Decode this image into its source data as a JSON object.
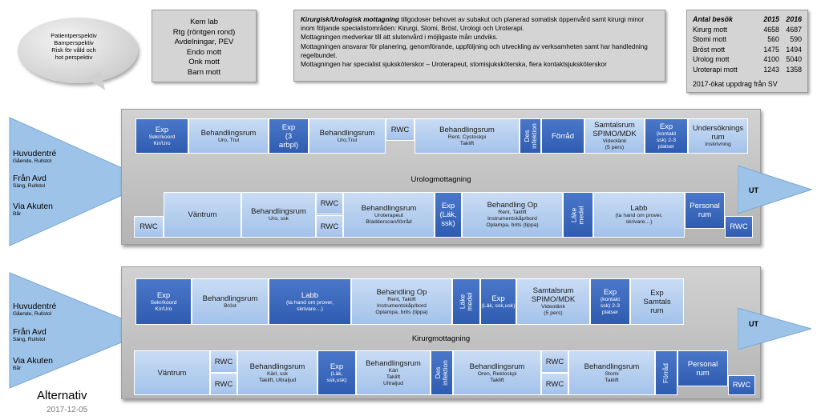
{
  "bubble": {
    "text": "Patientperspektiv\nBamperspektiv\nRisk för våld och\nhot perspektiv"
  },
  "kem_box": {
    "lines": [
      "Kem lab",
      "Rtg (röntgen rond)",
      "Avdelningar, PEV",
      "Endo mott",
      "Onk mott",
      "Barn mott"
    ]
  },
  "description": {
    "title": "Kirurgisk/Urologisk mottagning",
    "text1": " tillgodoser behovet av subakut och planerad somatisk öppenvård samt kirurgi minor inom följande specialistområden: Kirurgi, Stomi, Bröst, Urologi och Uroterapi.",
    "text2": "Mottagningen medverkar till att slutenvård i möjligaste mån undviks.",
    "text3": "Mottagningen ansvarar för planering, genomförande, uppföljning och utveckling av verksamheten samt har handledning regelbundet.",
    "text4": "Mottagningen har specialist sjuksköterskor – Uroterapeut, stomisjuksköterska, flera kontaktsjuksköterskor"
  },
  "stats": {
    "header": "Antal besök",
    "year1": "2015",
    "year2": "2016",
    "rows": [
      {
        "label": "Kirurg mott",
        "v1": "4658",
        "v2": "4687"
      },
      {
        "label": "Stomi mott",
        "v1": "560",
        "v2": "590"
      },
      {
        "label": "Bröst mott",
        "v1": "1475",
        "v2": "1494"
      },
      {
        "label": "Urolog mott",
        "v1": "4100",
        "v2": "5040"
      },
      {
        "label": "Uroterapi mott",
        "v1": "1243",
        "v2": "1358"
      }
    ],
    "note": "2017-ökat uppdrag från SV"
  },
  "entries": {
    "main": "Huvudentré",
    "main_sub": "Gående, Rullstol",
    "avd": "Från Avd",
    "avd_sub": "Säng, Rullstol",
    "akut": "Via Akuten",
    "akut_sub": "Bår"
  },
  "exit_label": "UT",
  "uro": {
    "label": "Urologmottagning",
    "top": [
      {
        "t": "Exp",
        "s": "Sekr/koord\nKir/Uro",
        "style": "dark"
      },
      {
        "t": "Behandlingsrum",
        "s": "Uro, Trul",
        "style": "light"
      },
      {
        "t": "Exp\n(3\narbpl)",
        "s": "",
        "style": "dark"
      },
      {
        "t": "Behandlingsrum",
        "s": "Uro,Trul",
        "style": "light"
      },
      {
        "t": "RWC",
        "s": "",
        "style": "light"
      },
      {
        "t": "Behandlingsrum",
        "s": "Rent, Cystoskpi\nTaklift",
        "style": "light"
      },
      {
        "t": "Des\ninfektion",
        "s": "",
        "style": "dark"
      },
      {
        "t": "Förråd",
        "s": "",
        "style": "dark"
      },
      {
        "t": "Samtalsrum\nSPIMO/MDK",
        "s": "Videolänk\n(5 pers)",
        "style": "light"
      },
      {
        "t": "Exp",
        "s": "(kontakt\nssk) 2-3\nplatser",
        "style": "dark"
      },
      {
        "t": "Undersöknings\nrum",
        "s": "Inskrivning",
        "style": "light"
      }
    ],
    "bottom": [
      {
        "t": "RWC",
        "s": "",
        "style": "light"
      },
      {
        "t": "Väntrum",
        "s": "",
        "style": "light"
      },
      {
        "t": "Behandlingsrum",
        "s": "Uro, ssk",
        "style": "light"
      },
      {
        "t": "RWC",
        "s": "",
        "style": "light"
      },
      {
        "t": "RWC",
        "s": "",
        "style": "light"
      },
      {
        "t": "Behandlingsrum",
        "s": "Uroterapeut\nBladderscan/förråd",
        "style": "light"
      },
      {
        "t": "Exp\n(Läk,\nssk)",
        "s": "",
        "style": "dark"
      },
      {
        "t": "Behandling Op",
        "s": "Rent, Taklift\nInstrumentskåp/bord\nOplampa, brits (tippa)",
        "style": "light"
      },
      {
        "t": "Läke\nmedel",
        "s": "",
        "style": "dark"
      },
      {
        "t": "Labb",
        "s": "(ta hand om prover,\nskrivare…)",
        "style": "light"
      },
      {
        "t": "Personal\nrum",
        "s": "",
        "style": "dark"
      },
      {
        "t": "RWC",
        "s": "",
        "style": "dark"
      }
    ]
  },
  "kir": {
    "label": "Kirurgmottagning",
    "top": [
      {
        "t": "Exp",
        "s": "Sekr/koord\nKir/Uro",
        "style": "dark"
      },
      {
        "t": "Behandlingsrum",
        "s": "Bröst",
        "style": "light"
      },
      {
        "t": "Labb",
        "s": "(ta hand om prover,\nskrivare…)",
        "style": "dark"
      },
      {
        "t": "Behandling Op",
        "s": "Rent, Taklift\nInstrumentskåp/bord\nOplampa, brits (tippa)",
        "style": "light"
      },
      {
        "t": "Läke\nmedel",
        "s": "",
        "style": "dark"
      },
      {
        "t": "Exp",
        "s": "(Läk, ssk,usk)",
        "style": "dark"
      },
      {
        "t": "Samtalsrum\nSPIMO/MDK",
        "s": "Videolänk\n(5 pers)",
        "style": "light"
      },
      {
        "t": "Exp",
        "s": "(kontakt\nssk) 2-3\nplatser",
        "style": "dark"
      },
      {
        "t": "Exp\nSamtals\nrum",
        "s": "",
        "style": "light"
      }
    ],
    "bottom": [
      {
        "t": "Väntrum",
        "s": "",
        "style": "light"
      },
      {
        "t": "RWC",
        "s": "",
        "style": "light"
      },
      {
        "t": "RWC",
        "s": "",
        "style": "light"
      },
      {
        "t": "Behandlingsrum",
        "s": "Kärl, ssk\nTaklift, Ultraljud",
        "style": "light"
      },
      {
        "t": "Exp",
        "s": "(Läk,\nssk,usk)",
        "style": "dark"
      },
      {
        "t": "Behandlingsrum",
        "s": "Kärl\nTaklift\nUltraljud",
        "style": "light"
      },
      {
        "t": "Des\ninfektion",
        "s": "",
        "style": "dark"
      },
      {
        "t": "Behandlingsrum",
        "s": "Oren, Rektoskpi\nTaklift",
        "style": "light"
      },
      {
        "t": "RWC",
        "s": "",
        "style": "light"
      },
      {
        "t": "RWC",
        "s": "",
        "style": "light"
      },
      {
        "t": "Behandlingsrum",
        "s": "Stomi\nTaklift",
        "style": "light"
      },
      {
        "t": "Förråd",
        "s": "",
        "style": "dark"
      },
      {
        "t": "Personal\nrum",
        "s": "",
        "style": "dark"
      },
      {
        "t": "RWC",
        "s": "",
        "style": "dark"
      }
    ]
  },
  "footer": {
    "title": "Alternativ",
    "date": "2017-12-05"
  }
}
